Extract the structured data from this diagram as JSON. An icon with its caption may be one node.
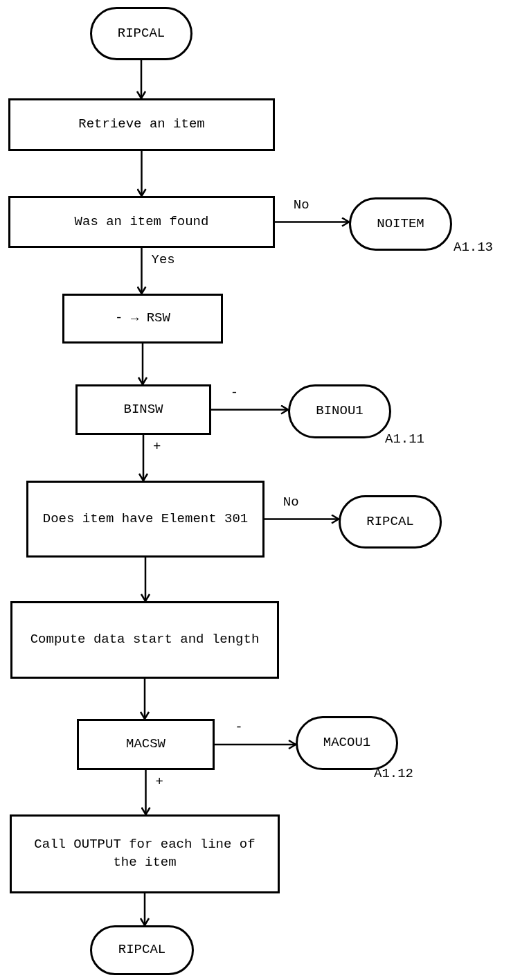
{
  "diagram": {
    "nodes": [
      {
        "text": [
          "RIPCAL"
        ]
      },
      {
        "text": [
          "Retrieve an item"
        ]
      },
      {
        "text": [
          "Was an item found"
        ]
      },
      {
        "text": [
          "NOITEM"
        ],
        "beside": [
          "A1.13"
        ]
      },
      {
        "text": [
          "- → RSW"
        ]
      },
      {
        "text": [
          "BINSW"
        ]
      },
      {
        "text": [
          "BINOU1"
        ],
        "beside": [
          "A1.11"
        ]
      },
      {
        "text": [
          "Does item have Element 301"
        ]
      },
      {
        "text": [
          "RIPCAL"
        ]
      },
      {
        "text": [
          "Compute data start and length"
        ]
      },
      {
        "text": [
          "MACSW"
        ]
      },
      {
        "text": [
          "MACOU1"
        ],
        "beside": [
          "A1.12"
        ]
      },
      {
        "text": [
          "Call OUTPUT for each line of the item"
        ]
      },
      {
        "text": [
          "RIPCAL"
        ]
      }
    ],
    "edges": [
      {
        "from": 0,
        "to": 1,
        "arrow": "to"
      },
      {
        "from": 1,
        "to": 2,
        "arrow": "to"
      },
      {
        "from": 2,
        "to": 3,
        "arrow": "to",
        "label": "No"
      },
      {
        "from": 2,
        "to": 4,
        "arrow": "to",
        "label": "Yes"
      },
      {
        "from": 4,
        "to": 5,
        "arrow": "to"
      },
      {
        "from": 5,
        "to": 6,
        "arrow": "to",
        "label": "-"
      },
      {
        "from": 5,
        "to": 7,
        "arrow": "to",
        "label": "+"
      },
      {
        "from": 7,
        "to": 8,
        "arrow": "to",
        "label": "No"
      },
      {
        "from": 7,
        "to": 9,
        "arrow": "to"
      },
      {
        "from": 9,
        "to": 10,
        "arrow": "to"
      },
      {
        "from": 10,
        "to": 11,
        "arrow": "to",
        "label": "-"
      },
      {
        "from": 10,
        "to": 12,
        "arrow": "to",
        "label": "+"
      },
      {
        "from": 12,
        "to": 13,
        "arrow": "to"
      }
    ]
  }
}
